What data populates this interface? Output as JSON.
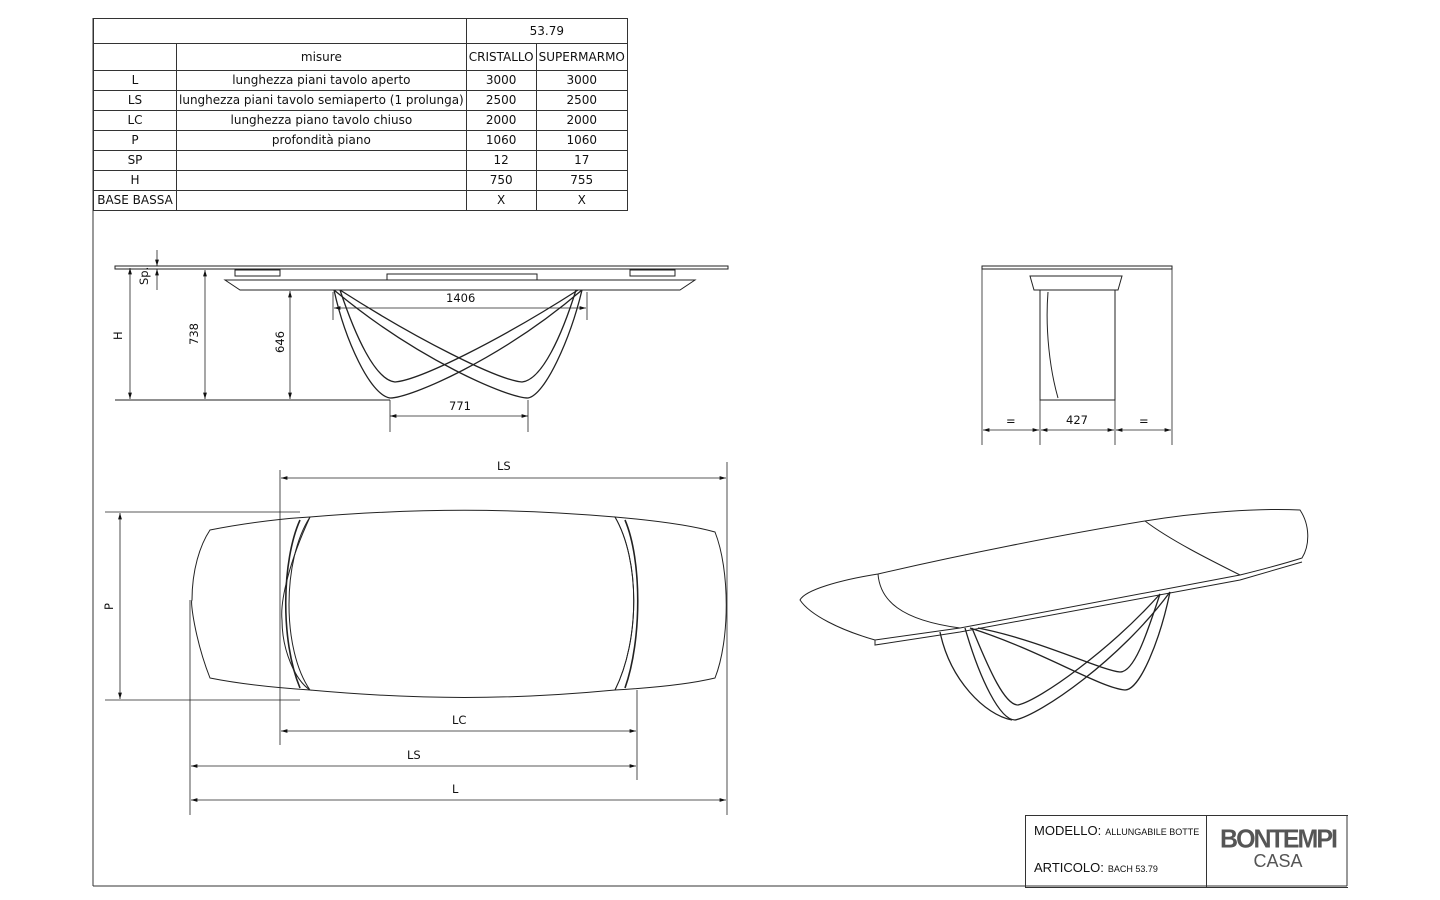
{
  "spec_table": {
    "model_code": "53.79",
    "header": {
      "measures": "misure",
      "col1": "CRISTALLO",
      "col2": "SUPERMARMO"
    },
    "rows": [
      {
        "code": "L",
        "desc": "lunghezza piani tavolo aperto",
        "cristallo": "3000",
        "supermarmo": "3000"
      },
      {
        "code": "LS",
        "desc": "lunghezza piani tavolo semiaperto (1 prolunga)",
        "cristallo": "2500",
        "supermarmo": "2500"
      },
      {
        "code": "LC",
        "desc": "lunghezza piano tavolo chiuso",
        "cristallo": "2000",
        "supermarmo": "2000"
      },
      {
        "code": "P",
        "desc": "profondità piano",
        "cristallo": "1060",
        "supermarmo": "1060"
      },
      {
        "code": "SP",
        "desc": "",
        "cristallo": "12",
        "supermarmo": "17"
      },
      {
        "code": "H",
        "desc": "",
        "cristallo": "750",
        "supermarmo": "755"
      },
      {
        "code": "BASE BASSA",
        "desc": "",
        "cristallo": "X",
        "supermarmo": "X"
      }
    ]
  },
  "side_view": {
    "sp": "Sp.",
    "h": "H",
    "d738": "738",
    "d646": "646",
    "d1406": "1406",
    "d771": "771"
  },
  "end_view": {
    "left": "=",
    "center": "427",
    "right": "="
  },
  "plan_view": {
    "ls_top": "LS",
    "p": "P",
    "lc": "LC",
    "ls_bottom": "LS",
    "l": "L"
  },
  "title_block": {
    "model_label": "MODELLO:",
    "model_value": "ALLUNGABILE BOTTE",
    "article_label": "ARTICOLO:",
    "article_value": "BACH 53.79",
    "logo_main": "BONTEMPI",
    "logo_sub": "CASA"
  }
}
